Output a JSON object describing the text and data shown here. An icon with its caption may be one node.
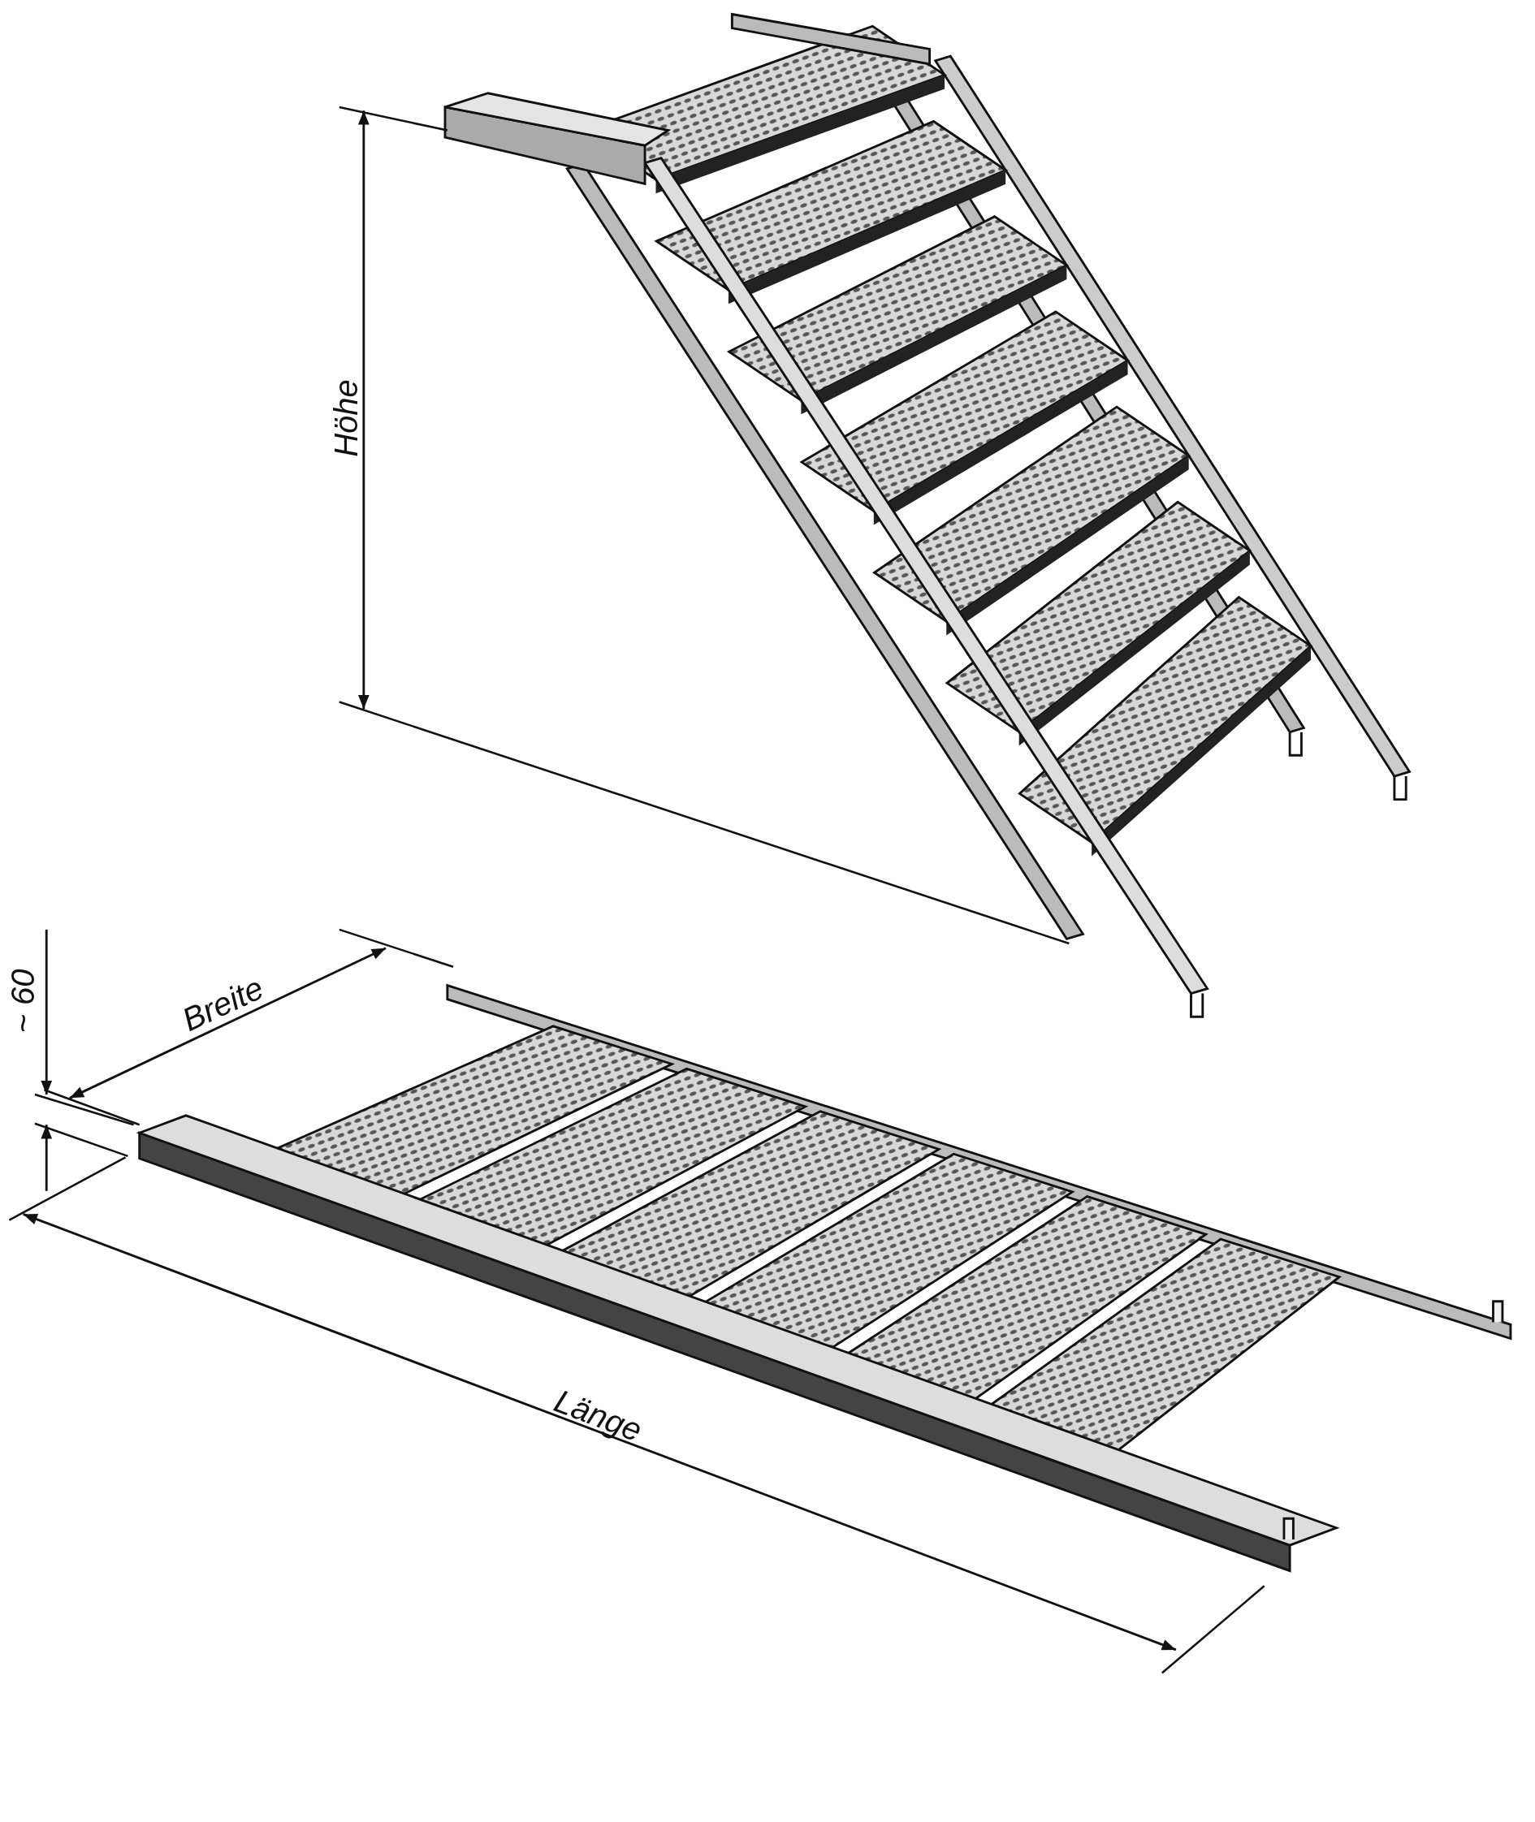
{
  "diagram": {
    "labels": [
      "Höhe",
      "Breite",
      "~ 60",
      "Länge"
    ]
  }
}
